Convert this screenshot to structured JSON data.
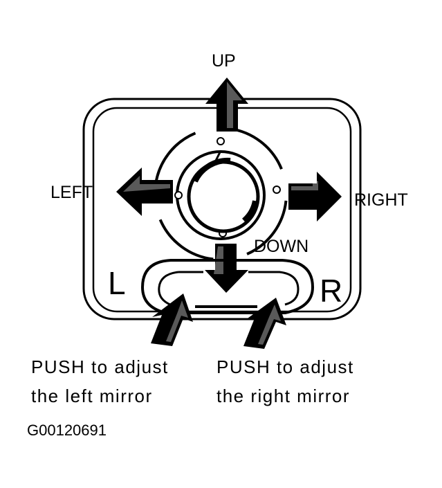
{
  "directions": {
    "up": "UP",
    "down": "DOWN",
    "left": "LEFT",
    "right": "RIGHT"
  },
  "selector": {
    "left": "L",
    "right": "R"
  },
  "captions": {
    "left_line1": "PUSH to adjust",
    "left_line2": "the left mirror",
    "right_line1": "PUSH to adjust",
    "right_line2": "the right mirror"
  },
  "figure_code": "G00120691",
  "colors": {
    "ink": "#000000",
    "paper": "#ffffff"
  }
}
